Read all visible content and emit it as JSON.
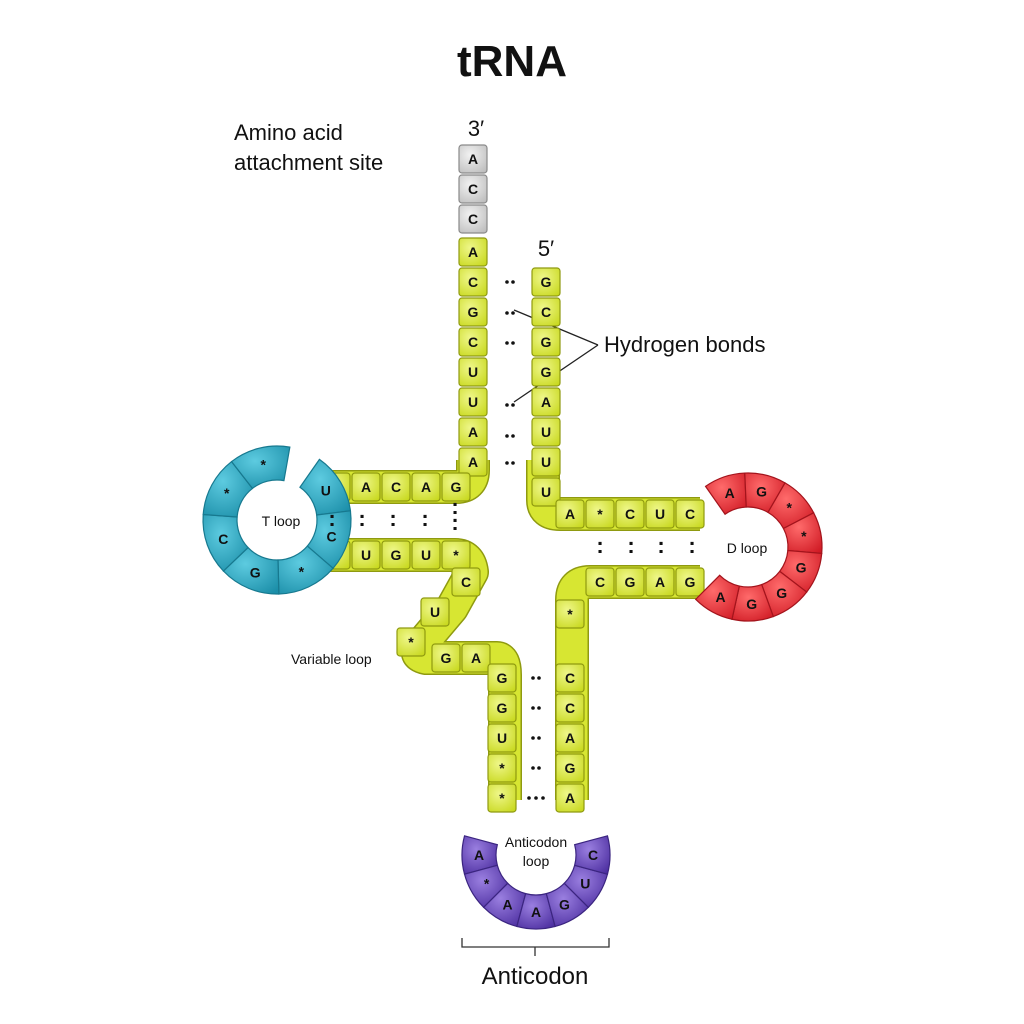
{
  "title": "tRNA",
  "labels": {
    "end3": "3′",
    "end5": "5′",
    "amino_line1": "Amino acid",
    "amino_line2": "attachment site",
    "hydrogen_bonds": "Hydrogen bonds",
    "t_loop": "T loop",
    "d_loop": "D loop",
    "variable_loop": "Variable loop",
    "anticodon_loop_line1": "Anticodon",
    "anticodon_loop_line2": "loop",
    "anticodon": "Anticodon"
  },
  "colors": {
    "stem": "#d7e632",
    "stem_stroke": "#8f9a10",
    "acc": "#d4d4d4",
    "acc_stroke": "#8a8a8a",
    "t_loop": "#23a3be",
    "d_loop": "#e8242f",
    "anticodon_loop": "#5b3fae"
  },
  "sequences": {
    "acceptor_tail": [
      "A",
      "C",
      "C"
    ],
    "acceptor_3_side": [
      "A",
      "C",
      "G",
      "C",
      "U",
      "U",
      "A",
      "A"
    ],
    "acceptor_5_side": [
      "G",
      "C",
      "G",
      "G",
      "A",
      "U",
      "U",
      "U"
    ],
    "t_stem_top": [
      "C",
      "A",
      "C",
      "A",
      "G"
    ],
    "t_stem_bottom": [
      "G",
      "U",
      "G",
      "U",
      "*"
    ],
    "t_loop": [
      "U",
      "C",
      "*",
      "G",
      "C",
      "*",
      "*"
    ],
    "variable_loop": [
      "C",
      "U",
      "*",
      "G",
      "A"
    ],
    "anticodon_stem_left": [
      "G",
      "G",
      "U",
      "*",
      "*"
    ],
    "anticodon_stem_right": [
      "C",
      "C",
      "A",
      "G",
      "A"
    ],
    "anticodon_loop": [
      "A",
      "*",
      "A",
      "A",
      "G",
      "U",
      "C"
    ],
    "d_stem_top": [
      "A",
      "*",
      "C",
      "U",
      "C"
    ],
    "d_stem_bottom": [
      "*",
      "C",
      "G",
      "A",
      "G"
    ],
    "d_loop": [
      "A",
      "G",
      "*",
      "*",
      "G",
      "G",
      "G",
      "A"
    ]
  }
}
